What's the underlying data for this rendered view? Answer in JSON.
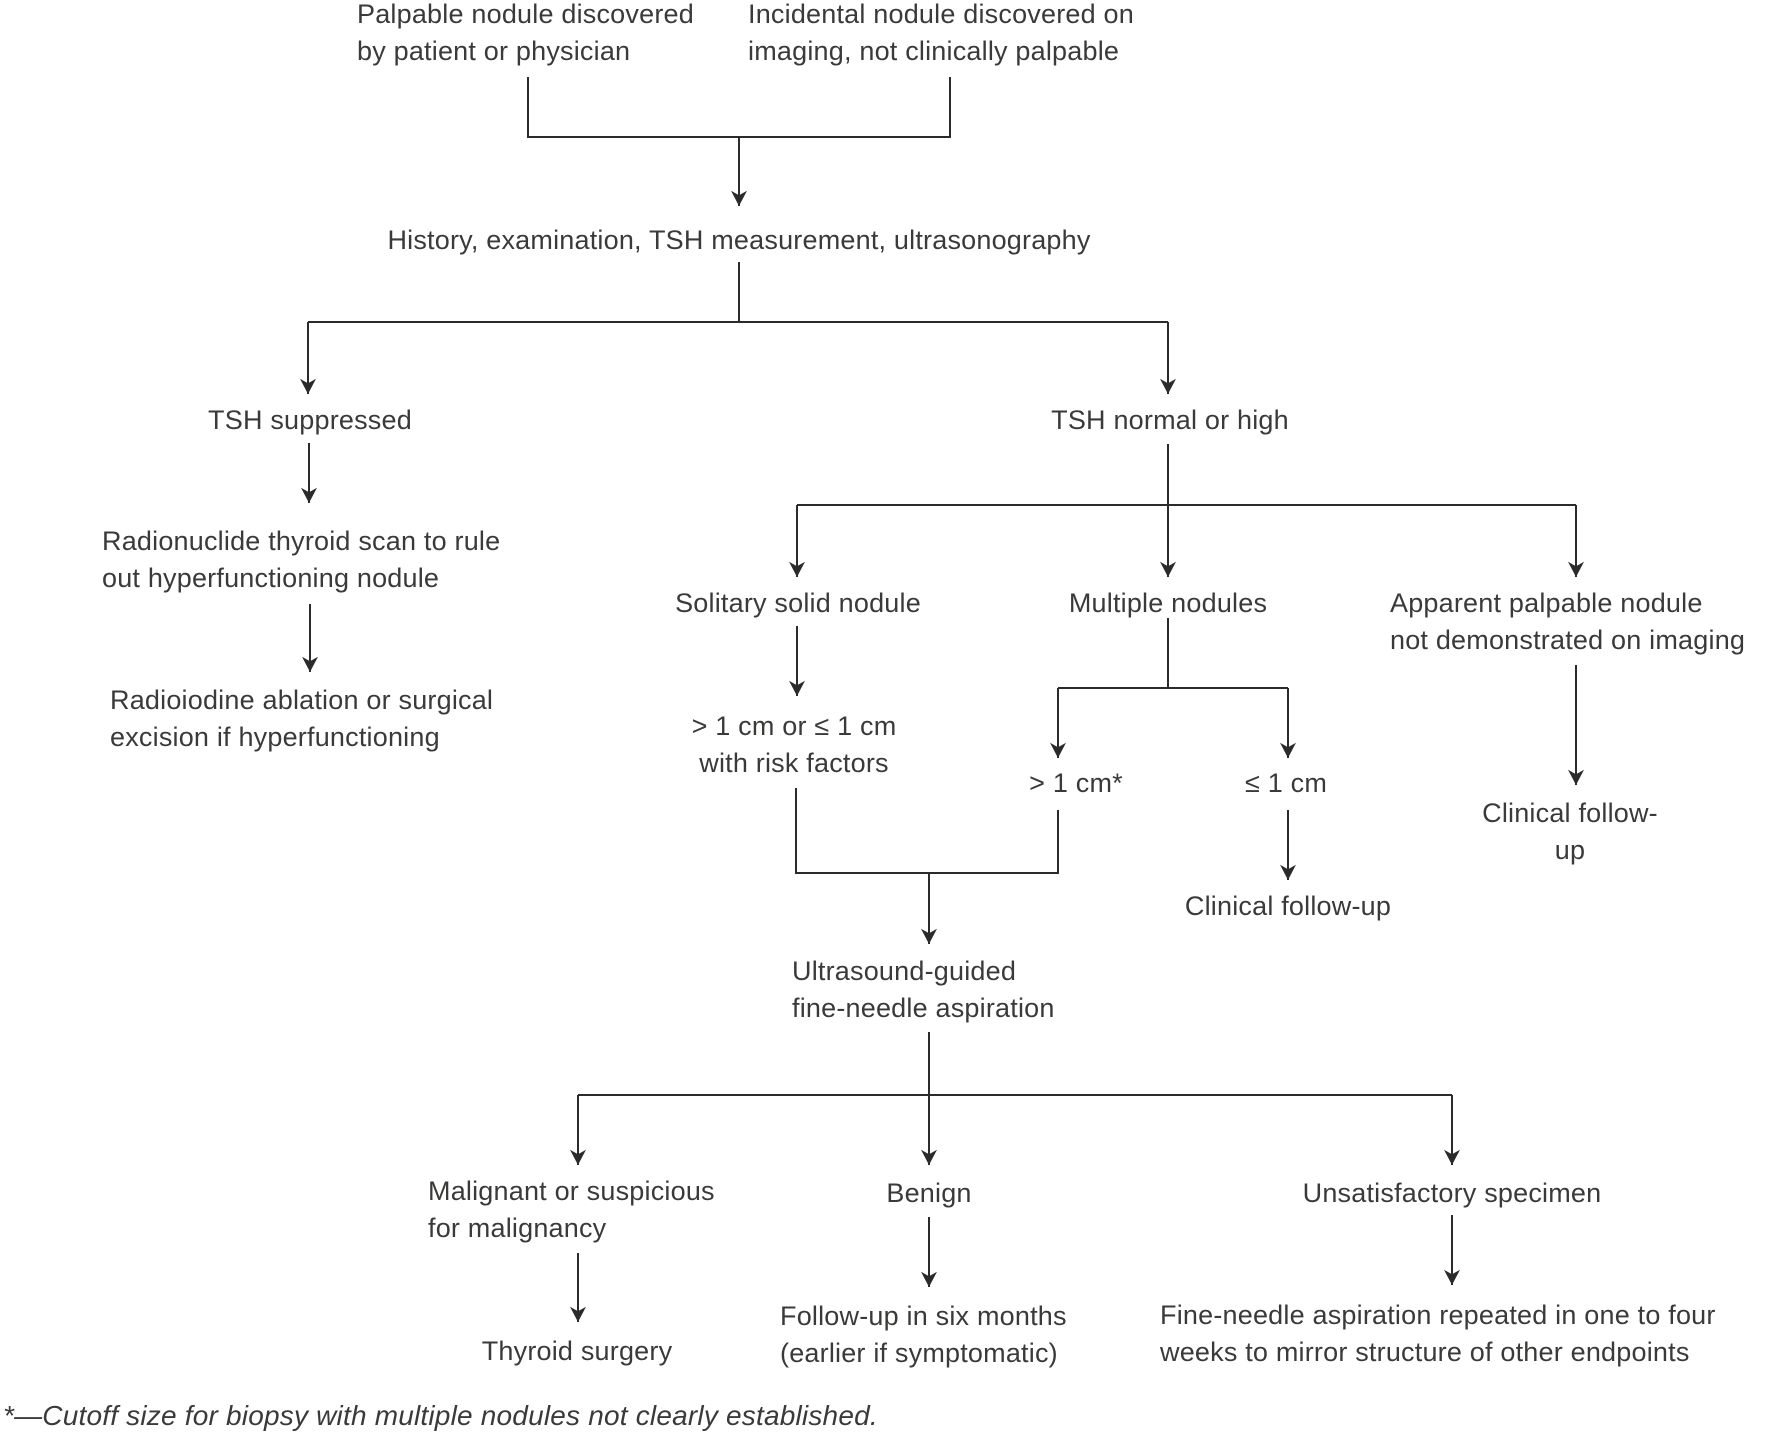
{
  "colors": {
    "text": "#3b3a39",
    "line": "#2b2b2b",
    "background": "#ffffff"
  },
  "flowchart": {
    "sources": {
      "palpable": "Palpable nodule discovered\nby patient or physician",
      "incidental": "Incidental nodule discovered on\nimaging, not clinically palpable"
    },
    "workup": "History, examination, TSH measurement, ultrasonography",
    "tsh_suppressed": {
      "label": "TSH suppressed",
      "radionuclide_scan": "Radionuclide thyroid scan to rule\nout hyperfunctioning nodule",
      "radioiodine_ablation": "Radioiodine ablation or surgical\nexcision if hyperfunctioning"
    },
    "tsh_normal_or_high": {
      "label": "TSH normal or high",
      "solitary": {
        "label": "Solitary solid nodule",
        "size_criteria": "> 1 cm or ≤ 1 cm\nwith risk factors"
      },
      "multiple": {
        "label": "Multiple nodules",
        "gt_1cm": "> 1 cm*",
        "le_1cm": "≤ 1 cm",
        "le_1cm_outcome": "Clinical follow-up"
      },
      "apparent": {
        "label": "Apparent palpable nodule\nnot demonstrated on imaging",
        "outcome": "Clinical follow-up"
      }
    },
    "fna": {
      "label": "Ultrasound-guided\nfine-needle aspiration",
      "results": {
        "malignant": {
          "label": "Malignant or suspicious\nfor malignancy",
          "outcome": "Thyroid surgery"
        },
        "benign": {
          "label": "Benign",
          "outcome": "Follow-up in six months\n(earlier if symptomatic)"
        },
        "unsatisfactory": {
          "label": "Unsatisfactory specimen",
          "outcome": "Fine-needle aspiration repeated in one to four\nweeks to mirror structure of other endpoints"
        }
      }
    },
    "footnote": "*—Cutoff size for biopsy with multiple nodules not clearly established."
  }
}
